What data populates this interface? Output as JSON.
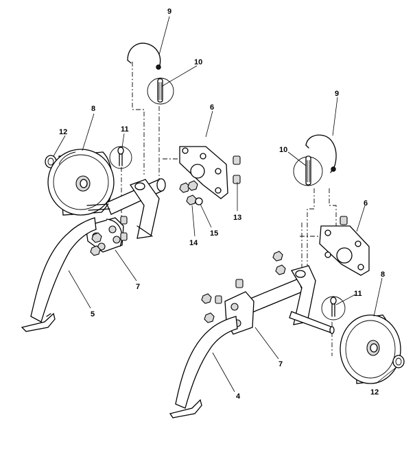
{
  "callouts": {
    "c1": "9",
    "c2": "10",
    "c3": "8",
    "c4": "12",
    "c5": "11",
    "c6": "6",
    "c7": "13",
    "c8": "15",
    "c9": "14",
    "c10": "7",
    "c11": "5",
    "c12": "9",
    "c13": "10",
    "c14": "6",
    "c15": "8",
    "c16": "11",
    "c17": "7",
    "c18": "12",
    "c19": "4"
  },
  "colors": {
    "line": "#000000",
    "background": "#ffffff"
  }
}
